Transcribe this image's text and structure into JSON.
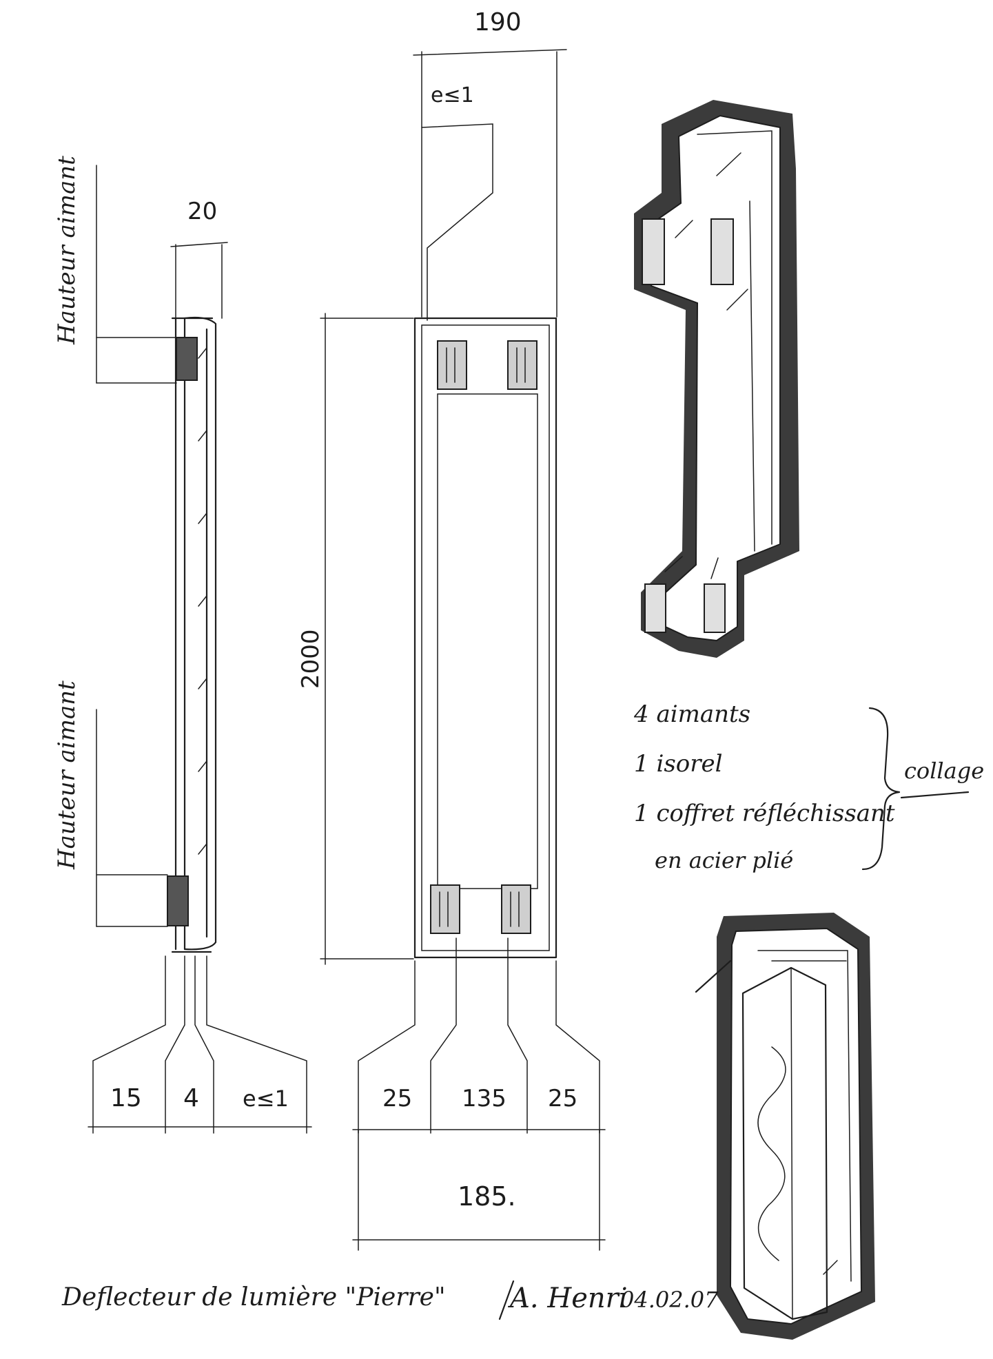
{
  "side_view": {
    "width_top": "20",
    "label_upper": "Hauteur aimant",
    "label_lower": "Hauteur aimant",
    "dims_bottom": [
      "15",
      "4",
      "e≤1"
    ]
  },
  "front_view": {
    "width_top": "190",
    "thickness_note": "e≤1",
    "height": "2000",
    "dims_bottom": [
      "25",
      "135",
      "25"
    ],
    "total_width": "185."
  },
  "components": {
    "lines": [
      "4 aimants",
      "1 isorel",
      "1 coffret réfléchissant",
      "en acier plié"
    ],
    "group_note": "collage"
  },
  "title_block": {
    "title": "Deflecteur de lumière \"Pierre\"",
    "author": "A. Henri",
    "date": "04.02.07"
  },
  "icons": {
    "top_sketch": "magnet-panel-perspective-icon",
    "bottom_sketch": "reflector-box-perspective-icon"
  }
}
